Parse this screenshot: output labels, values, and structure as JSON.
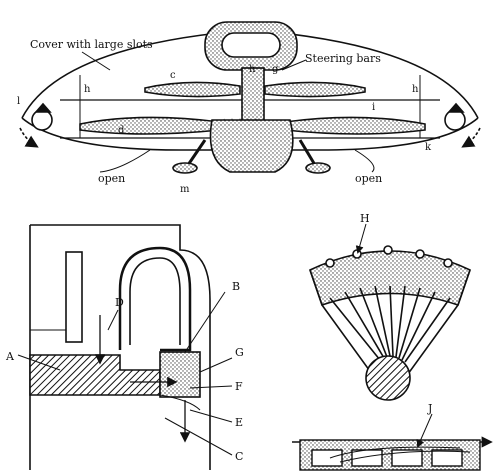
{
  "top_figure": {
    "cover_label": "Cover with large slots",
    "steering_label": "Steering bars",
    "open_left": "open",
    "open_right": "open",
    "letters": {
      "c": "c",
      "d": "d",
      "g": "g",
      "h_center": "h",
      "h_left": "h",
      "h_right": "h",
      "i": "i",
      "k": "k",
      "l": "l",
      "m": "m"
    }
  },
  "bottom_left_figure": {
    "letters": {
      "A": "A",
      "B": "B",
      "C": "C",
      "D": "D",
      "E": "E",
      "F": "F",
      "G": "G"
    }
  },
  "bottom_right_figure": {
    "letters": {
      "H": "H",
      "J": "J"
    }
  }
}
